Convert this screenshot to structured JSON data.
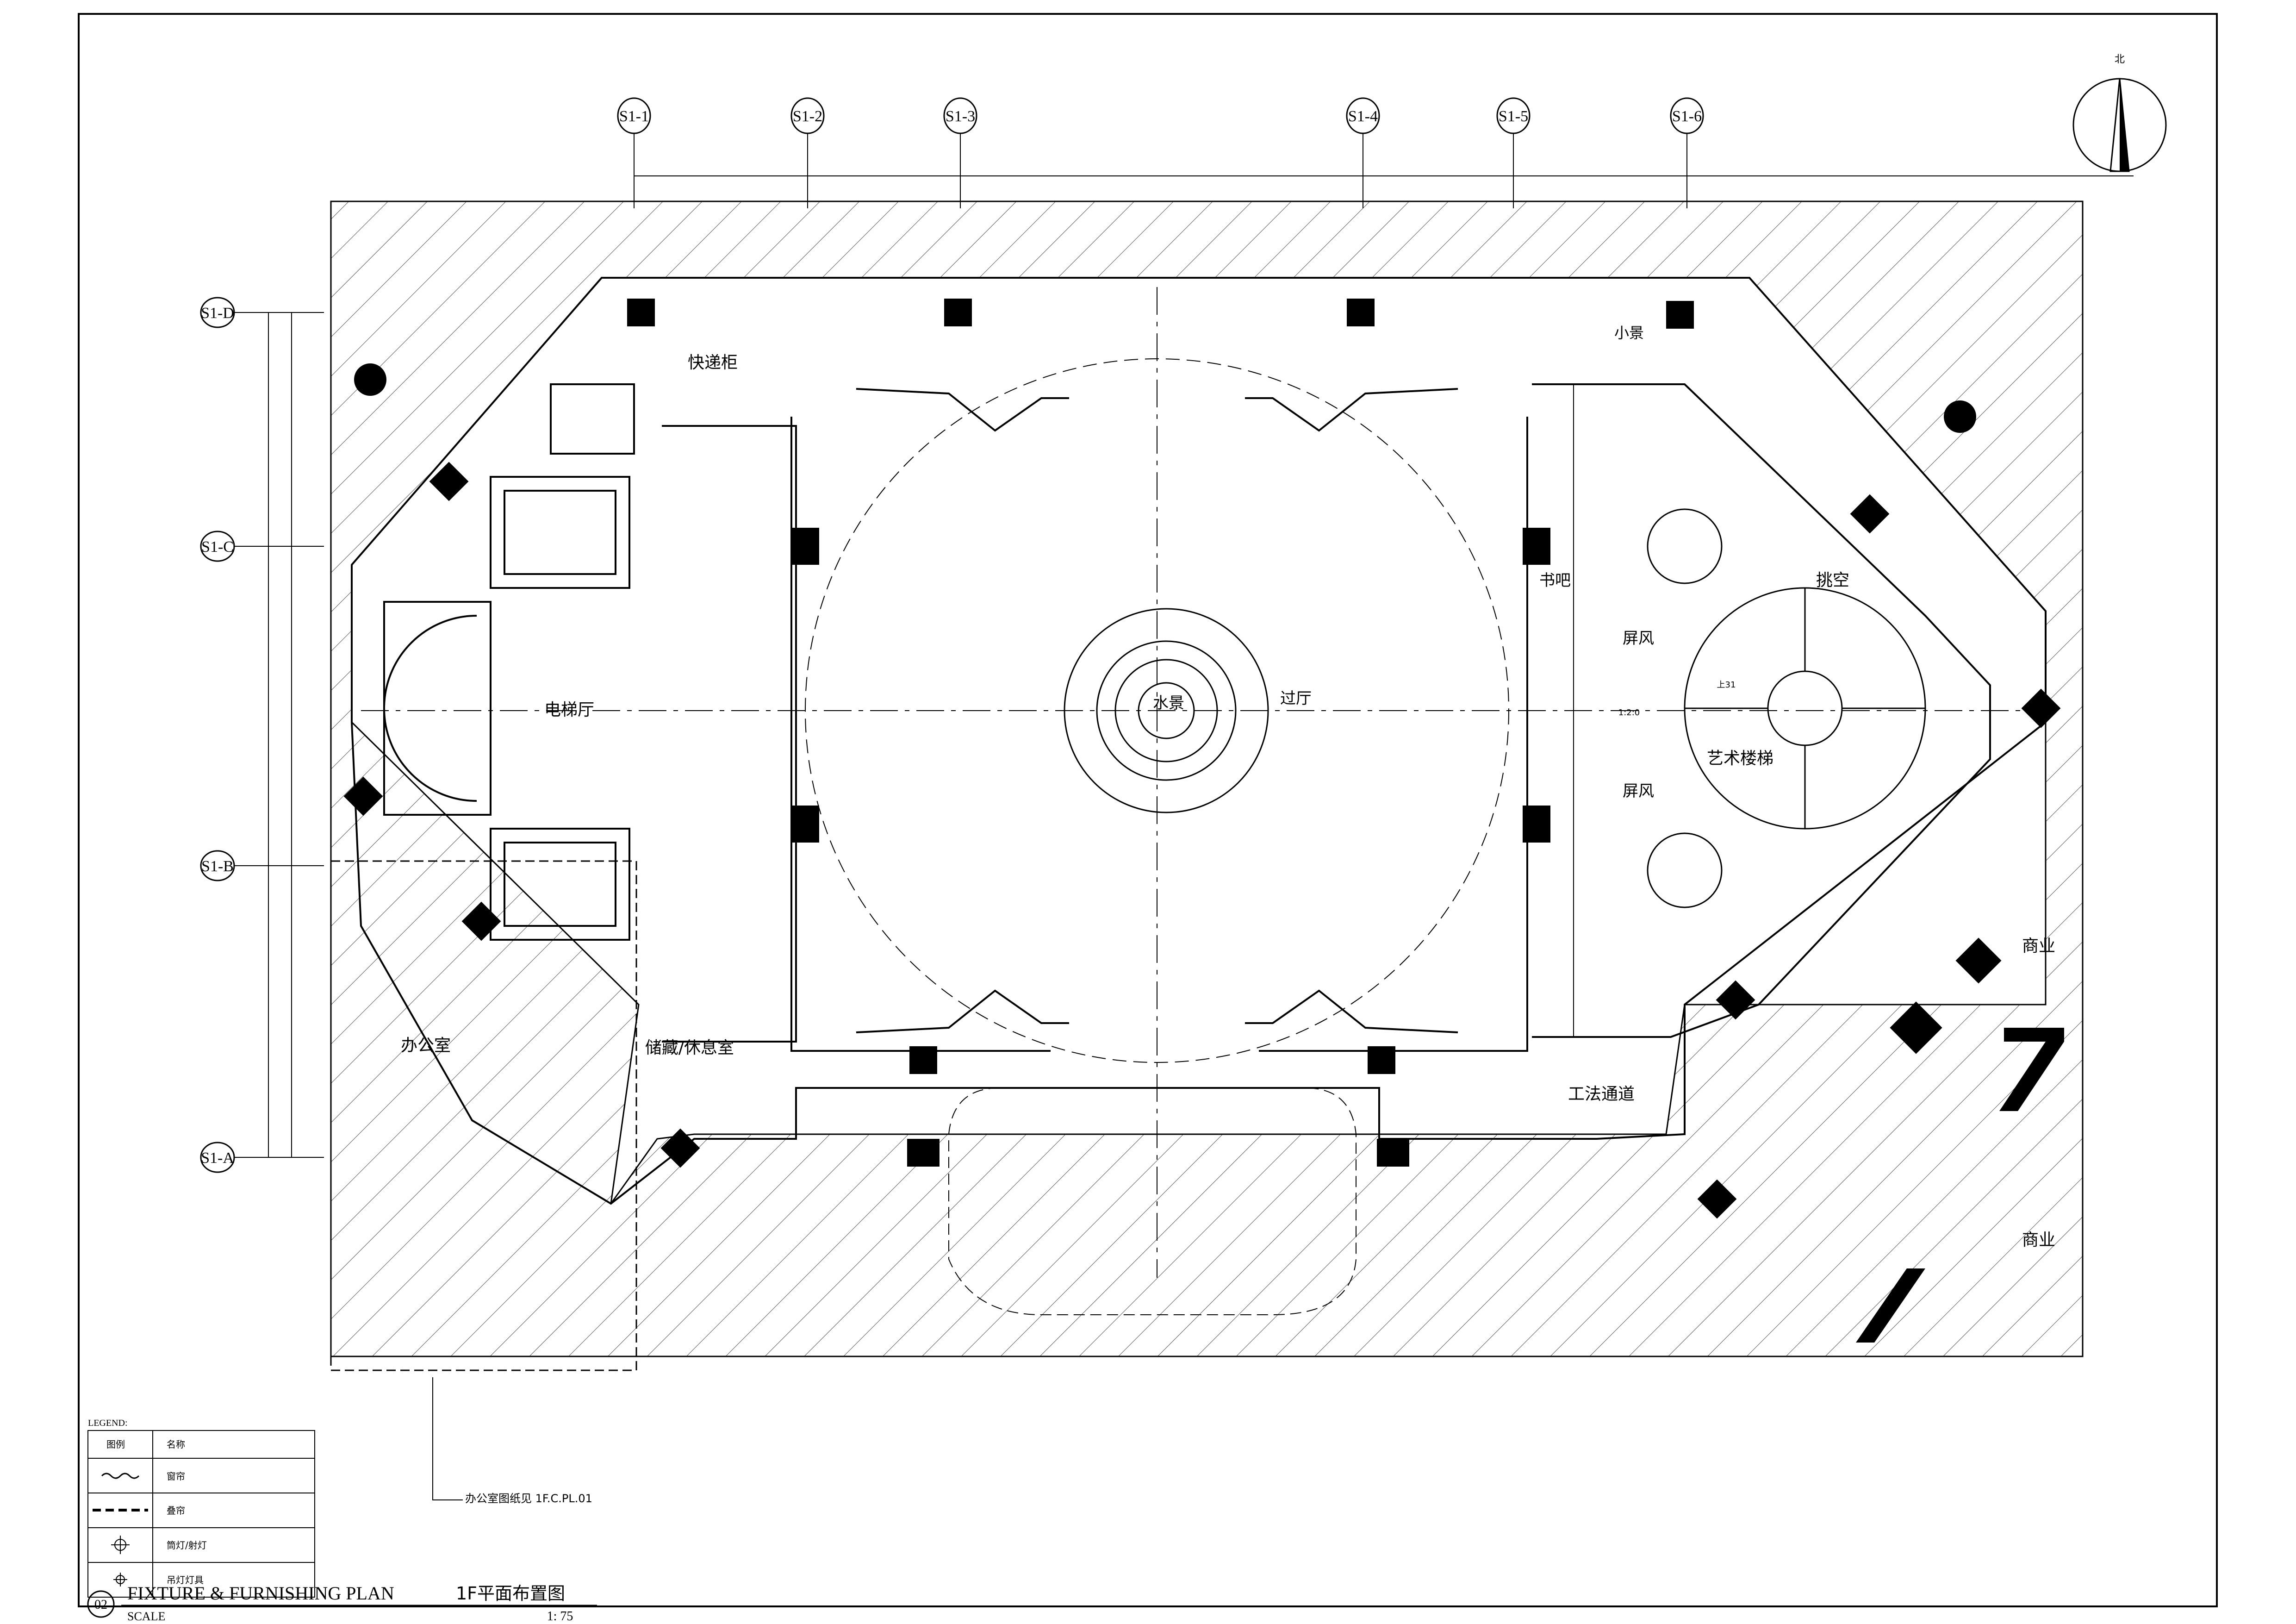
{
  "drawing": {
    "title_en": "FIXTURE & FURNISHING  PLAN",
    "title_cn": "1F平面布置图",
    "number": "02",
    "scale_label": "SCALE",
    "scale_value": "1: 75",
    "north_label": "北"
  },
  "grid": {
    "columns": [
      "S1-1",
      "S1-2",
      "S1-3",
      "S1-4",
      "S1-5",
      "S1-6"
    ],
    "rows": [
      "S1-D",
      "S1-C",
      "S1-B",
      "S1-A"
    ]
  },
  "rooms": {
    "courier_cabinet": "快递柜",
    "elevator_hall": "电梯厅",
    "water_feature": "水景",
    "hallway": "过厅",
    "book_bar": "书吧",
    "small_scene": "小景",
    "void": "挑空",
    "screen_1": "屏风",
    "screen_2": "屏风",
    "art_stair": "艺术楼梯",
    "office": "办公室",
    "storage_rest": "储藏/休息室",
    "service_passage": "工法通道",
    "commercial_1": "商业",
    "commercial_2": "商业",
    "stair_up": "上31",
    "center_mark": "1:2:0"
  },
  "note": "办公室图纸见 1F.C.PL.01",
  "legend": {
    "title": "LEGEND:",
    "header_symbol": "图例",
    "header_name": "名称",
    "rows": [
      {
        "icon": "curtain-symbol",
        "name": "窗帘"
      },
      {
        "icon": "dashed-line-symbol",
        "name": "叠帘"
      },
      {
        "icon": "ceiling-light-symbol",
        "name": "筒灯/射灯"
      },
      {
        "icon": "pendant-light-symbol",
        "name": "吊灯灯具"
      }
    ]
  }
}
